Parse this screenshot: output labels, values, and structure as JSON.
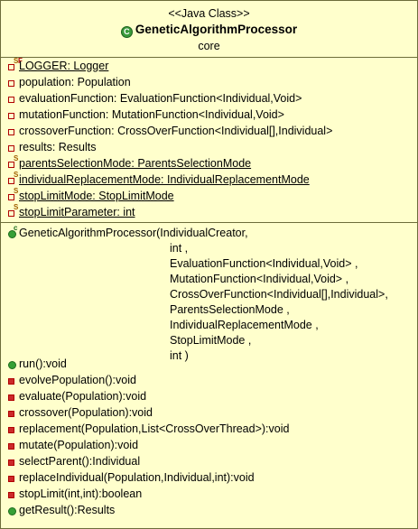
{
  "header": {
    "stereotype": "<<Java Class>>",
    "class_name": "GeneticAlgorithmProcessor",
    "package": "core"
  },
  "fields": [
    {
      "visibility": "private",
      "static": true,
      "final": true,
      "underlined": true,
      "text": "LOGGER: Logger"
    },
    {
      "visibility": "private",
      "static": false,
      "final": false,
      "underlined": false,
      "text": "population: Population"
    },
    {
      "visibility": "private",
      "static": false,
      "final": false,
      "underlined": false,
      "text": "evaluationFunction: EvaluationFunction<Individual,Void>"
    },
    {
      "visibility": "private",
      "static": false,
      "final": false,
      "underlined": false,
      "text": "mutationFunction: MutationFunction<Individual,Void>"
    },
    {
      "visibility": "private",
      "static": false,
      "final": false,
      "underlined": false,
      "text": "crossoverFunction: CrossOverFunction<Individual[],Individual>"
    },
    {
      "visibility": "private",
      "static": false,
      "final": false,
      "underlined": false,
      "text": "results: Results"
    },
    {
      "visibility": "private",
      "static": true,
      "final": false,
      "underlined": true,
      "text": "parentsSelectionMode: ParentsSelectionMode"
    },
    {
      "visibility": "private",
      "static": true,
      "final": false,
      "underlined": true,
      "text": "individualReplacementMode: IndividualReplacementMode"
    },
    {
      "visibility": "private",
      "static": true,
      "final": false,
      "underlined": true,
      "text": "stopLimitMode: StopLimitMode"
    },
    {
      "visibility": "private",
      "static": true,
      "final": false,
      "underlined": true,
      "text": "stopLimitParameter: int"
    }
  ],
  "constructor": {
    "visibility": "public",
    "first_line": "GeneticAlgorithmProcessor(IndividualCreator,",
    "params": [
      "int ,",
      "EvaluationFunction<Individual,Void> ,",
      "MutationFunction<Individual,Void> ,",
      "CrossOverFunction<Individual[],Individual>,",
      "ParentsSelectionMode ,",
      "IndividualReplacementMode ,",
      "StopLimitMode ,",
      "int  )"
    ]
  },
  "methods": [
    {
      "visibility": "public",
      "text": "run():void"
    },
    {
      "visibility": "private",
      "text": "evolvePopulation():void"
    },
    {
      "visibility": "private",
      "text": "evaluate(Population):void"
    },
    {
      "visibility": "private",
      "text": "crossover(Population):void"
    },
    {
      "visibility": "private",
      "text": "replacement(Population,List<CrossOverThread>):void"
    },
    {
      "visibility": "private",
      "text": "mutate(Population):void"
    },
    {
      "visibility": "private",
      "text": "selectParent():Individual"
    },
    {
      "visibility": "private",
      "text": "replaceIndividual(Population,Individual,int):void"
    },
    {
      "visibility": "private",
      "text": "stopLimit(int,int):boolean"
    },
    {
      "visibility": "public",
      "text": "getResult():Results"
    }
  ],
  "colors": {
    "background": "#ffffcc",
    "border": "#6d6d3a",
    "private_marker": "#cc2a2a",
    "public_marker": "#36a036"
  }
}
